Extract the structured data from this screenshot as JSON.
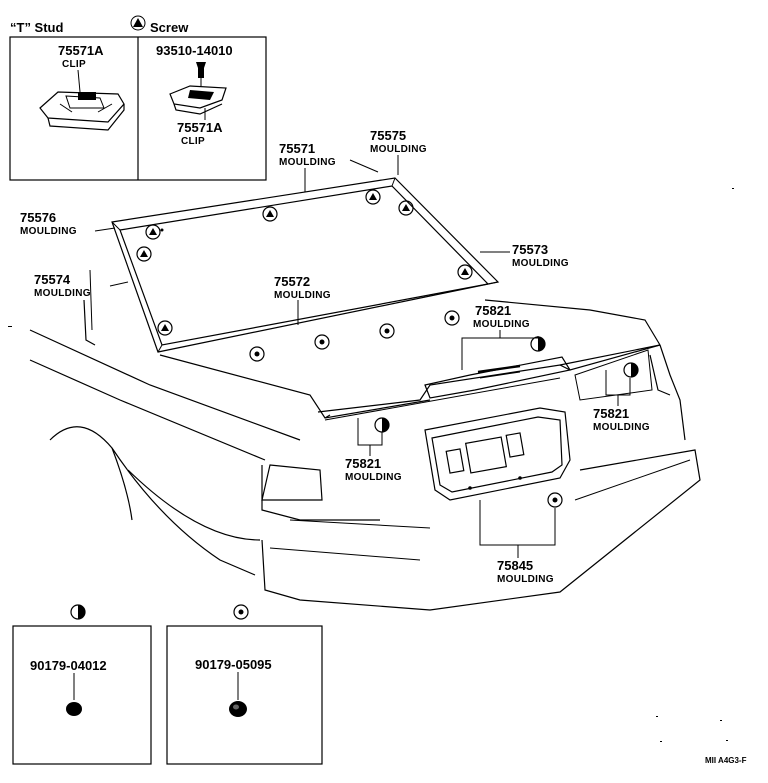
{
  "legend": {
    "t_stud": "“T” Stud",
    "screw": "Screw"
  },
  "inset_t_stud": {
    "part": "75571A",
    "name": "CLIP"
  },
  "inset_screw": {
    "screw_part": "93510-14010",
    "part": "75571A",
    "name": "CLIP"
  },
  "callouts": {
    "p75571": {
      "part": "75571",
      "name": "MOULDING"
    },
    "p75575": {
      "part": "75575",
      "name": "MOULDING"
    },
    "p75576": {
      "part": "75576",
      "name": "MOULDING"
    },
    "p75574": {
      "part": "75574",
      "name": "MOULDING"
    },
    "p75573": {
      "part": "75573",
      "name": "MOULDING"
    },
    "p75572": {
      "part": "75572",
      "name": "MOULDING"
    },
    "p75821_top": {
      "part": "75821",
      "name": "MOULDING"
    },
    "p75821_right": {
      "part": "75821",
      "name": "MOULDING"
    },
    "p75821_left": {
      "part": "75821",
      "name": "MOULDING"
    },
    "p75845": {
      "part": "75845",
      "name": "MOULDING"
    }
  },
  "fastener_boxes": {
    "half": {
      "part": "90179-04012"
    },
    "dot": {
      "part": "90179-05095"
    }
  },
  "diagram_code": "MII A4G3-F"
}
